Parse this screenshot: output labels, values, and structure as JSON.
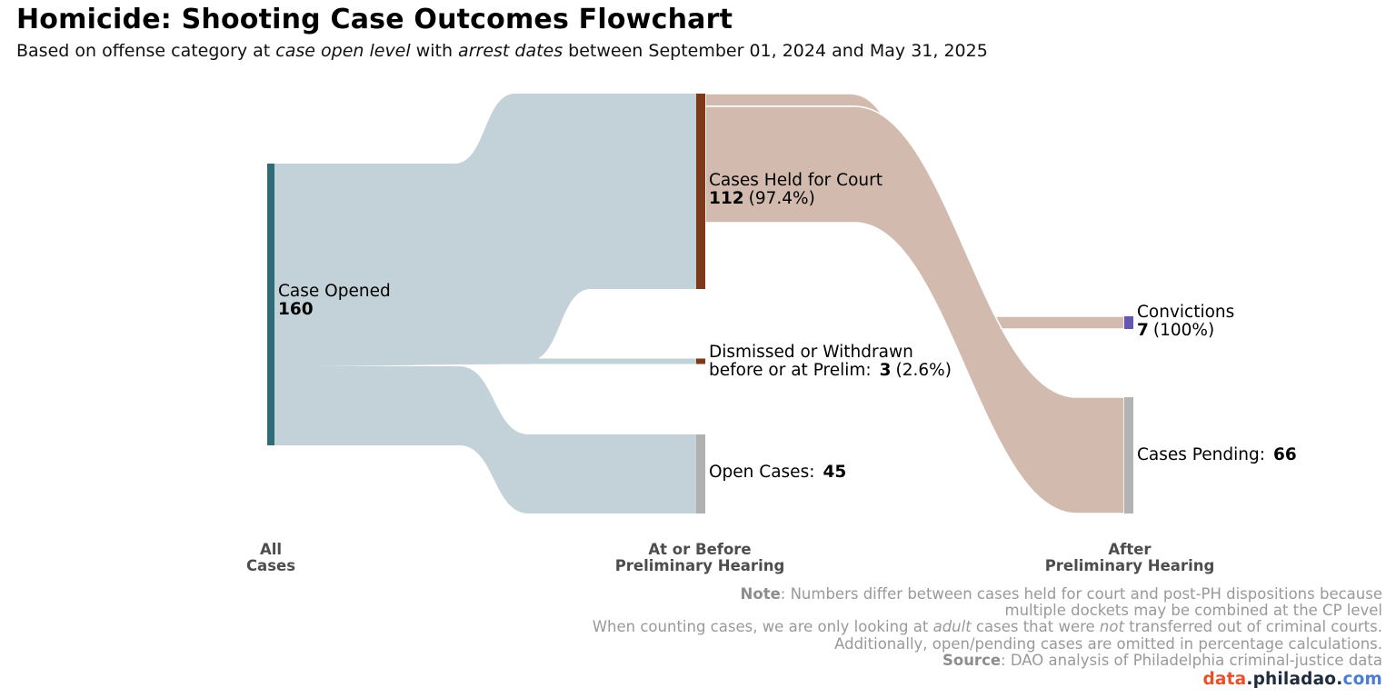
{
  "header": {
    "title": "Homicide: Shooting Case Outcomes Flowchart",
    "subtitle": {
      "p1": "Based on offense category at ",
      "i1": "case open level",
      "p2": " with ",
      "i2": "arrest dates",
      "p3": " between September 01, 2024 and May 31, 2025"
    }
  },
  "chart_data": {
    "type": "sankey",
    "title": "Homicide: Shooting Case Outcomes Flowchart",
    "unit": "cases",
    "total_cases": 160,
    "columns": [
      "All Cases",
      "At or Before Preliminary Hearing",
      "After Preliminary Hearing"
    ],
    "nodes": [
      {
        "id": "case_opened",
        "label": "Case Opened",
        "value": 160,
        "column": 0,
        "color": "#2f6b78"
      },
      {
        "id": "held_for_court",
        "label": "Cases Held for Court",
        "value": 112,
        "percent": "97.4%",
        "column": 1,
        "color": "#7d3a1b"
      },
      {
        "id": "dismissed_withdrawn",
        "label": "Dismissed or Withdrawn before or at Prelim",
        "value": 3,
        "percent": "2.6%",
        "column": 1,
        "color": "#7d3a1b"
      },
      {
        "id": "open_cases",
        "label": "Open Cases",
        "value": 45,
        "column": 1,
        "color": "#b0b0b0"
      },
      {
        "id": "convictions",
        "label": "Convictions",
        "value": 7,
        "percent": "100%",
        "column": 2,
        "color": "#6456b4"
      },
      {
        "id": "cases_pending",
        "label": "Cases Pending",
        "value": 66,
        "column": 2,
        "color": "#b3b3b3"
      }
    ],
    "links": [
      {
        "source": "case_opened",
        "target": "held_for_court",
        "value": 112,
        "color": "#c3d2d8"
      },
      {
        "source": "case_opened",
        "target": "dismissed_withdrawn",
        "value": 3,
        "color": "#c3d2d8"
      },
      {
        "source": "case_opened",
        "target": "open_cases",
        "value": 45,
        "color": "#c3d2d8"
      },
      {
        "source": "held_for_court",
        "target": "convictions",
        "value": 7,
        "color": "#d2bbae"
      },
      {
        "source": "held_for_court",
        "target": "cases_pending",
        "value": 66,
        "color": "#d2bbae"
      }
    ]
  },
  "node_labels": {
    "case_opened": {
      "line1": "Case Opened",
      "value": "160"
    },
    "held_for_court": {
      "line1": "Cases Held for Court",
      "value": "112",
      "suffix": "(97.4%)"
    },
    "dismissed_withdrawn": {
      "line1": "Dismissed or Withdrawn",
      "line2": "before or at Prelim:",
      "value": "3",
      "suffix": "(2.6%)"
    },
    "open_cases": {
      "line1": "Open Cases:",
      "value": "45"
    },
    "convictions": {
      "line1": "Convictions",
      "value": "7",
      "suffix": "(100%)"
    },
    "cases_pending": {
      "line1": "Cases Pending:",
      "value": "66"
    }
  },
  "columns": {
    "col1": {
      "line1": "All",
      "line2": "Cases"
    },
    "col2": {
      "line1": "At or Before",
      "line2": "Preliminary Hearing"
    },
    "col3": {
      "line1": "After",
      "line2": "Preliminary Hearing"
    }
  },
  "footer": {
    "note_label": "Note",
    "note_text": ": Numbers differ between cases held for court and post-PH dispositions because",
    "note_line2": "multiple dockets may be combined at the CP level",
    "line3_p1": "When counting cases, we are only looking at ",
    "line3_i1": "adult",
    "line3_p2": " cases that were ",
    "line3_i2": "not",
    "line3_p3": " transferred out of criminal courts.",
    "line4": "Additionally, open/pending cases are omitted in percentage calculations.",
    "source_label": "Source",
    "source_text": ": DAO analysis of Philadelphia criminal-justice data",
    "brand": {
      "part1": "data",
      "dot1": ".",
      "part2": "philadao",
      "dot2": ".",
      "part3": "com"
    }
  }
}
